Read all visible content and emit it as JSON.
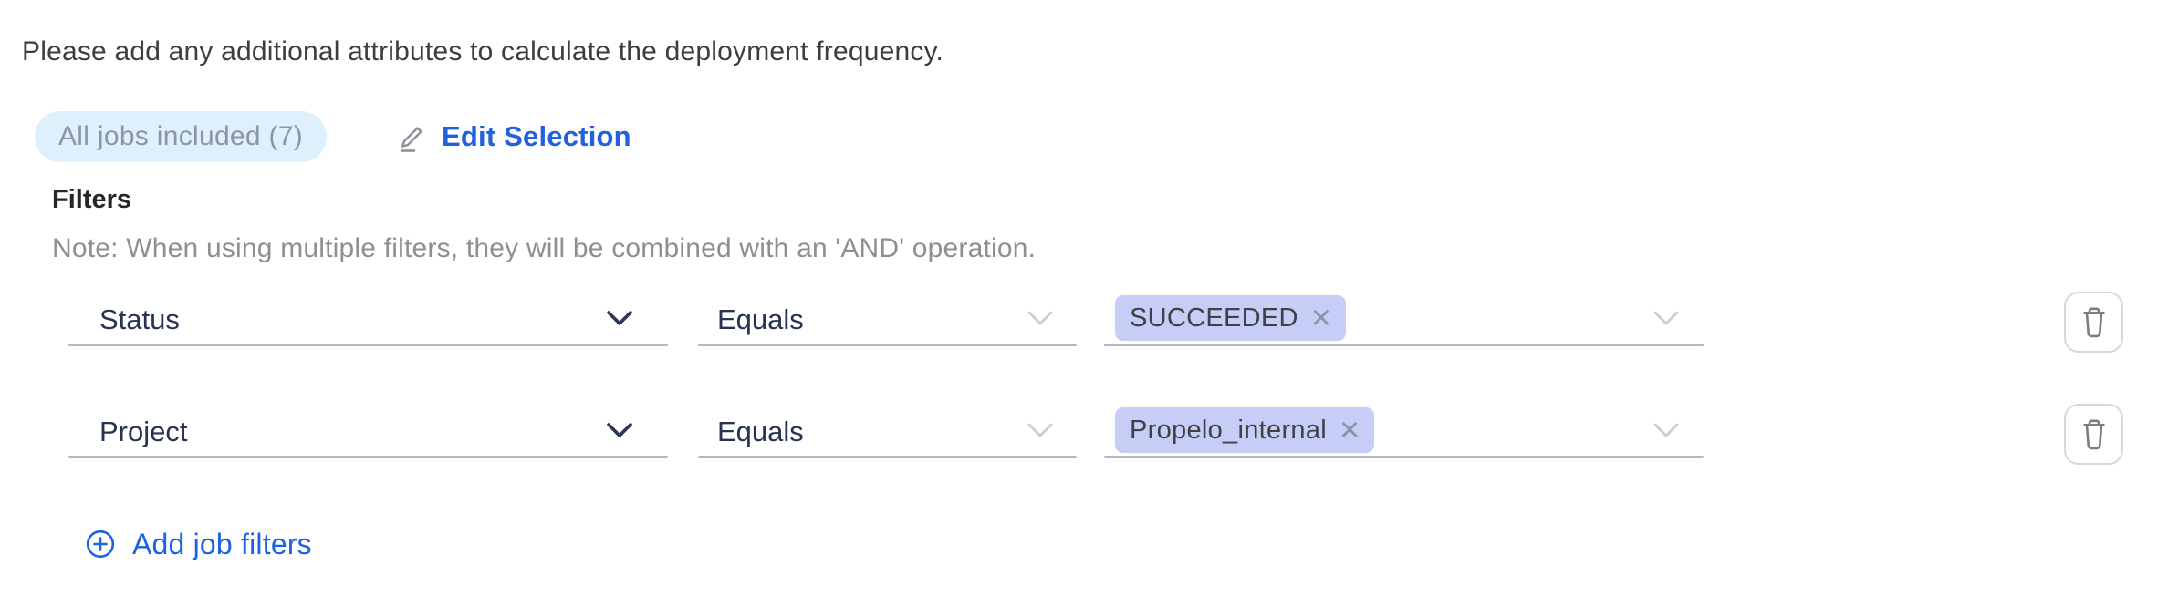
{
  "intro": "Please add any additional attributes to calculate the deployment frequency.",
  "jobs_badge": {
    "label": "All jobs included (7)"
  },
  "edit_selection": {
    "label": "Edit Selection"
  },
  "filters": {
    "heading": "Filters",
    "note": "Note: When using multiple filters, they will be combined with an 'AND' operation.",
    "rows": [
      {
        "attribute": "Status",
        "operator": "Equals",
        "values": [
          {
            "label": "SUCCEEDED"
          }
        ]
      },
      {
        "attribute": "Project",
        "operator": "Equals",
        "values": [
          {
            "label": "Propelo_internal"
          }
        ]
      }
    ],
    "add_label": "Add job filters"
  },
  "glyphs": {
    "close": "×"
  },
  "colors": {
    "accent_blue": "#2161dd",
    "badge_bg": "#def0fb",
    "badge_text": "#8c95a4",
    "tag_bg": "#c6cef7",
    "tag_text": "#404045",
    "field_label": "#273350",
    "underline": "#b5b9be",
    "note_text": "#8f8f8f"
  }
}
